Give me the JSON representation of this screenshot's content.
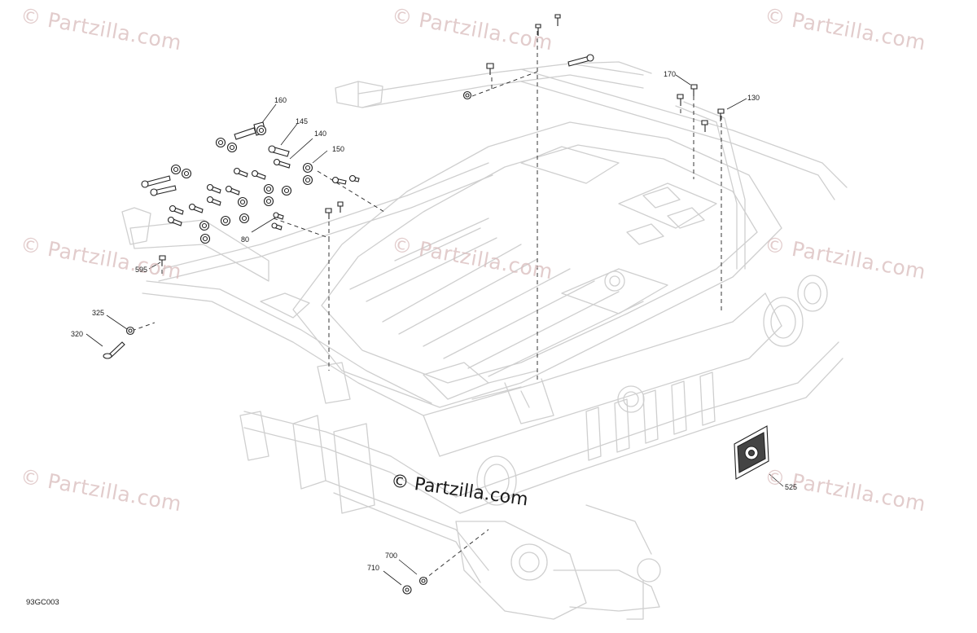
{
  "watermark_text": "© Partzilla.com",
  "center_watermark": "© Partzilla.com",
  "figure_code": "93GC003",
  "callouts": {
    "c160": "160",
    "c145": "145",
    "c140": "140",
    "c150": "150",
    "c80": "80",
    "c595": "595",
    "c325": "325",
    "c320": "320",
    "c170": "170",
    "c130": "130",
    "c525": "525",
    "c700": "700",
    "c710": "710"
  },
  "colors": {
    "frame_line": "#cfcfcf",
    "part_line": "#222222",
    "watermark": "#d9bcbc"
  }
}
